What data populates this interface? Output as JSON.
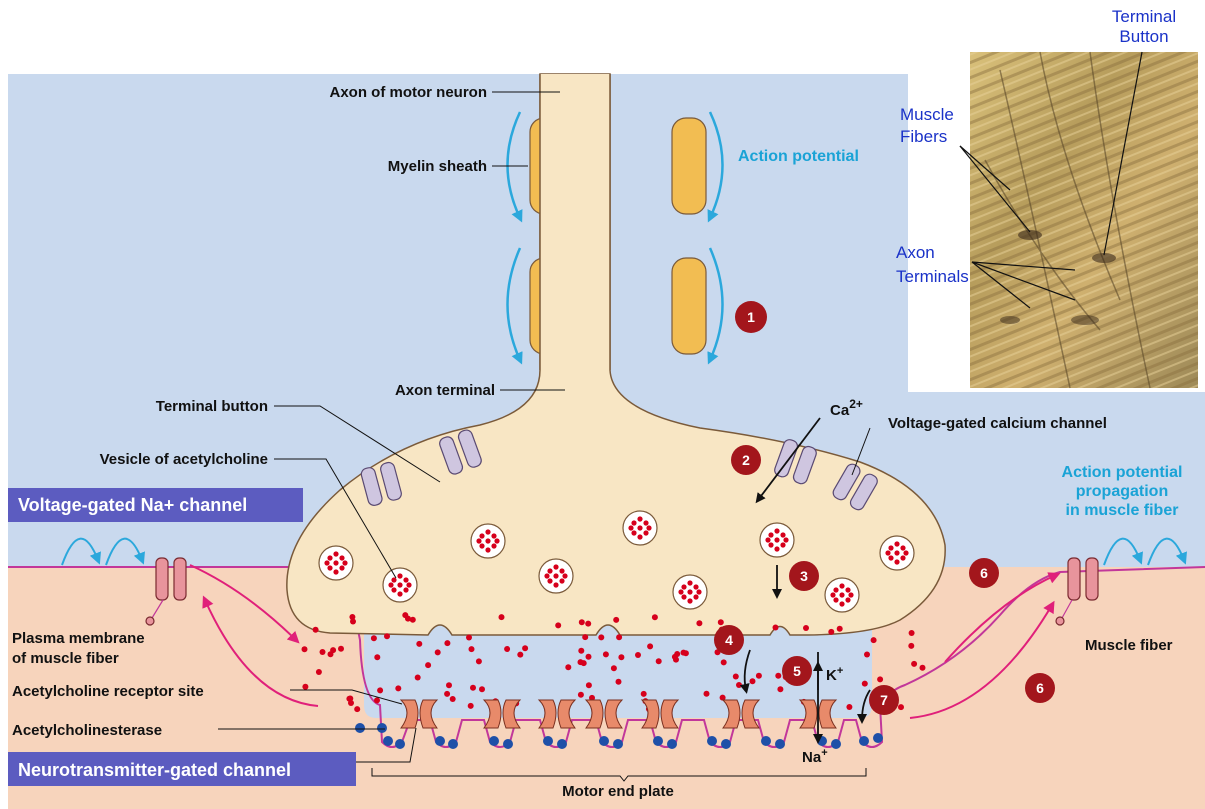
{
  "labels": {
    "axon_motor_neuron": "Axon of motor neuron",
    "myelin_sheath": "Myelin sheath",
    "action_potential": "Action potential",
    "axon_terminal": "Axon terminal",
    "terminal_button": "Terminal button",
    "vesicle": "Vesicle of acetylcholine",
    "voltage_na_channel": "Voltage-gated Na+ channel",
    "plasma_membrane_1": "Plasma membrane",
    "plasma_membrane_2": "of muscle fiber",
    "ach_receptor": "Acetylcholine receptor site",
    "achesterase": "Acetylcholinesterase",
    "nt_gated_channel": "Neurotransmitter-gated channel",
    "motor_end_plate": "Motor end plate",
    "muscle_fiber": "Muscle fiber",
    "ca_channel": "Voltage-gated calcium channel",
    "ca_ion": "Ca",
    "ca_charge": "2+",
    "k_ion": "K",
    "k_charge": "+",
    "na_ion": "Na",
    "na_charge": "+",
    "ap_muscle_1": "Action potential",
    "ap_muscle_2": "propagation",
    "ap_muscle_3": "in muscle fiber"
  },
  "photo_labels": {
    "terminal_button_1": "Terminal",
    "terminal_button_2": "Button",
    "muscle_fibers_1": "Muscle",
    "muscle_fibers_2": "Fibers",
    "axon_terminals_1": "Axon",
    "axon_terminals_2": "Terminals"
  },
  "steps": {
    "s1": "1",
    "s2": "2",
    "s3": "3",
    "s4": "4",
    "s5": "5",
    "s6a": "6",
    "s6b": "6",
    "s7": "7"
  },
  "colors": {
    "background_fluid": "#c9d9ee",
    "neuron": "#f8e6c4",
    "neuron_outline": "#7a5a3a",
    "myelin": "#f2bd52",
    "muscle": "#f7d4bc",
    "membrane": "#c2379a",
    "acetylcholine": "#d6001c",
    "esterase": "#1e50a8",
    "step_badge": "#a3161c",
    "label_box": "#5c5cc0",
    "ap_arrow": "#2ba8dc",
    "propagation_arrow": "#e0207a"
  }
}
